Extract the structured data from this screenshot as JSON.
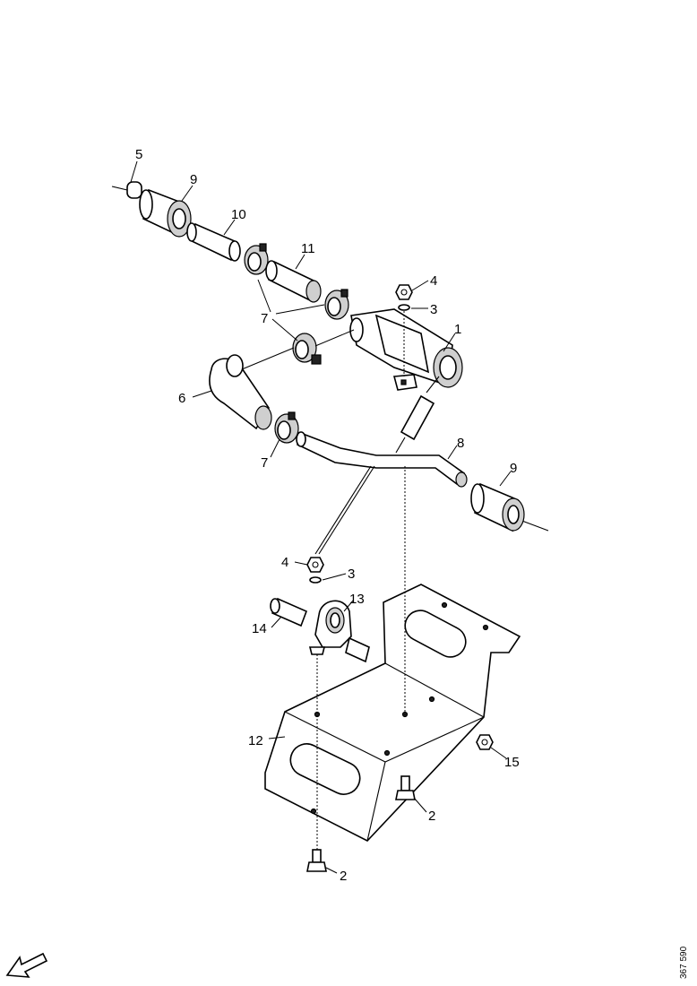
{
  "callouts": {
    "c5a": "5",
    "c9a": "9",
    "c10": "10",
    "c11": "11",
    "c4a": "4",
    "c3a": "3",
    "c1": "1",
    "c7a": "7",
    "c6": "6",
    "c7b": "7",
    "c8": "8",
    "c9b": "9",
    "c4b": "4",
    "c3b": "3",
    "c13": "13",
    "c14": "14",
    "c12": "12",
    "c15": "15",
    "c2a": "2",
    "c2b": "2"
  },
  "reference": "367 590",
  "icons": {
    "direction": "forward-arrow-icon"
  }
}
